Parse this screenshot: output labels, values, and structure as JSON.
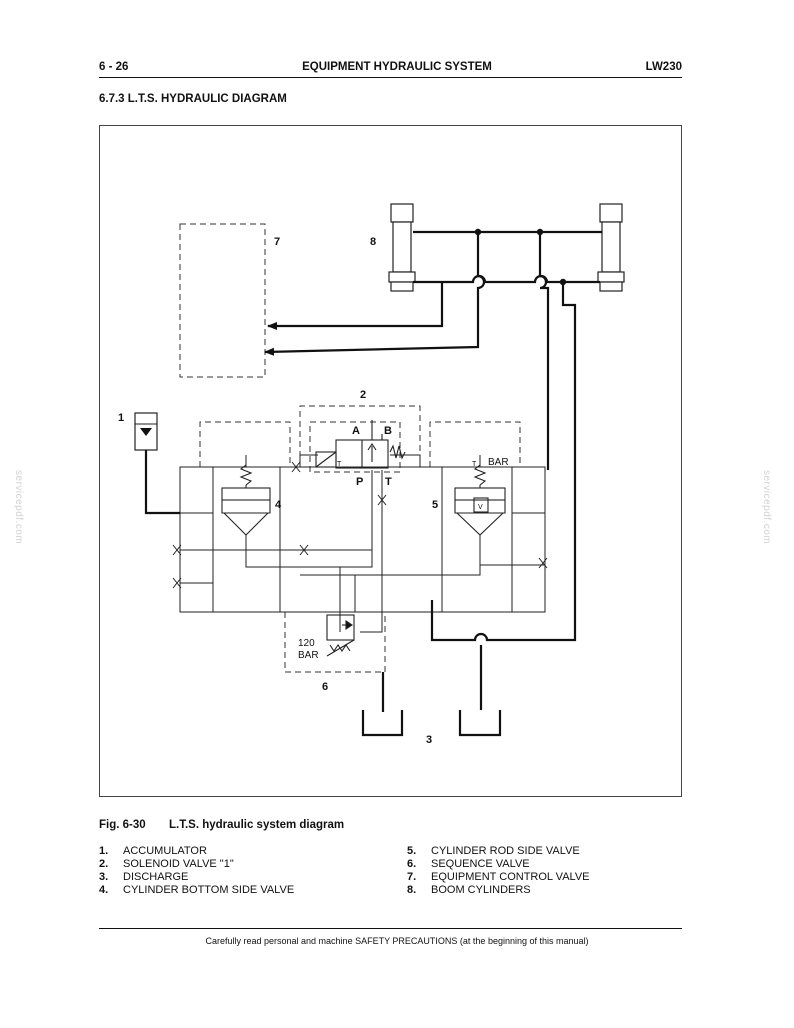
{
  "header": {
    "page_number": "6 - 26",
    "chapter_title": "EQUIPMENT HYDRAULIC SYSTEM",
    "model": "LW230"
  },
  "section_title": "6.7.3  L.T.S. HYDRAULIC DIAGRAM",
  "diagram": {
    "labels": {
      "n1": "1",
      "n2": "2",
      "n3": "3",
      "n4": "4",
      "n5": "5",
      "n6": "6",
      "n7": "7",
      "n8": "8",
      "port_a": "A",
      "port_b": "B",
      "port_p": "P",
      "port_t": "T",
      "t_small_1": "T",
      "t_small_2": "T",
      "bar_top": "BAR",
      "pressure_value": "120",
      "pressure_unit": "BAR",
      "v_mark": "V"
    }
  },
  "caption": {
    "figure_label": "Fig. 6-30",
    "figure_title": "L.T.S. hydraulic system diagram"
  },
  "legend": {
    "left": [
      {
        "num": "1.",
        "text": "ACCUMULATOR"
      },
      {
        "num": "2.",
        "text": "SOLENOID VALVE \"1\""
      },
      {
        "num": "3.",
        "text": "DISCHARGE"
      },
      {
        "num": "4.",
        "text": "CYLINDER BOTTOM SIDE VALVE"
      }
    ],
    "right": [
      {
        "num": "5.",
        "text": "CYLINDER ROD SIDE VALVE"
      },
      {
        "num": "6.",
        "text": "SEQUENCE VALVE"
      },
      {
        "num": "7.",
        "text": "EQUIPMENT CONTROL VALVE"
      },
      {
        "num": "8.",
        "text": "BOOM CYLINDERS"
      }
    ]
  },
  "footer": "Carefully read personal and machine SAFETY PRECAUTIONS (at the beginning of this manual)",
  "watermark": "servicepdf.com"
}
